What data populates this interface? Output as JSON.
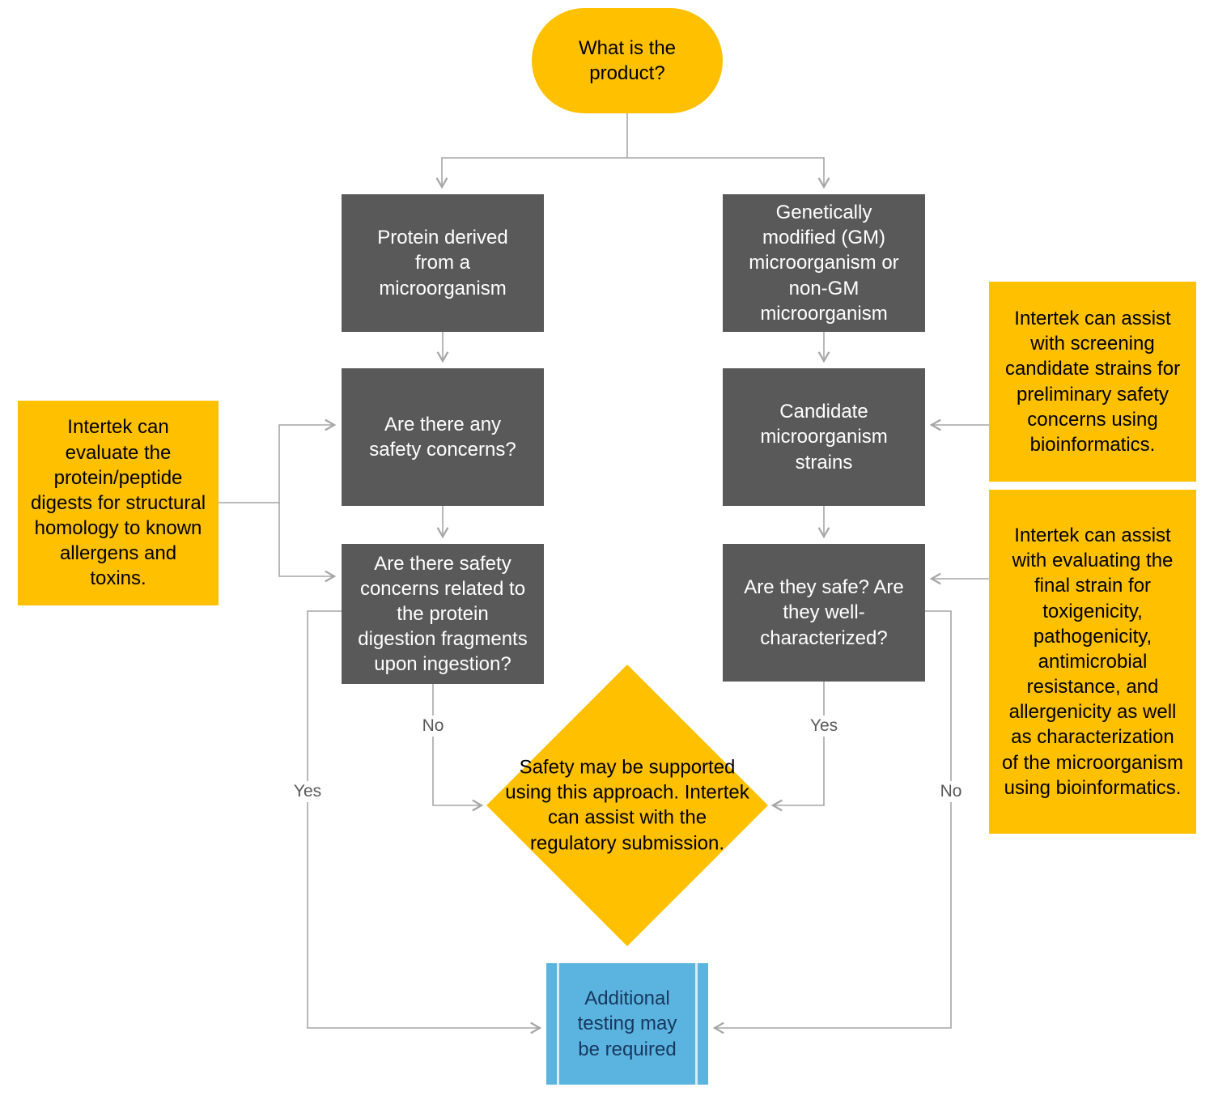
{
  "nodes": {
    "start": "What is the product?",
    "protein_derived": "Protein derived from a microorganism",
    "gm_microorganism": "Genetically modified (GM) microorganism or non-GM microorganism",
    "safety_concerns": "Are there any safety concerns?",
    "candidate_strains": "Candidate microorganism strains",
    "digestion_concerns": "Are there safety concerns related to the protein digestion fragments upon ingestion?",
    "safe_characterized": "Are they safe? Are they well-characterized?",
    "decision_diamond": "Safety may be supported using this approach. Intertek can assist with the regulatory submission.",
    "additional_testing": "Additional testing may be required"
  },
  "notes": {
    "left": "Intertek can evaluate the protein/peptide digests for structural homology to known allergens and toxins.",
    "right_top": "Intertek can assist with screening candidate strains for preliminary safety concerns using bioinformatics.",
    "right_bottom": "Intertek can assist with evaluating the final strain for toxigenicity, pathogenicity, antimicrobial resistance, and allergenicity as well as characterization of the microorganism using bioinformatics."
  },
  "edge_labels": {
    "left_inner_no": "No",
    "right_inner_yes": "Yes",
    "left_outer_yes": "Yes",
    "right_outer_no": "No"
  },
  "colors": {
    "accent_yellow": "#FFC000",
    "process_gray": "#595959",
    "end_blue": "#5BB4DF",
    "end_text": "#17375E",
    "connector_gray": "#A6A6A6",
    "label_gray": "#595959"
  }
}
